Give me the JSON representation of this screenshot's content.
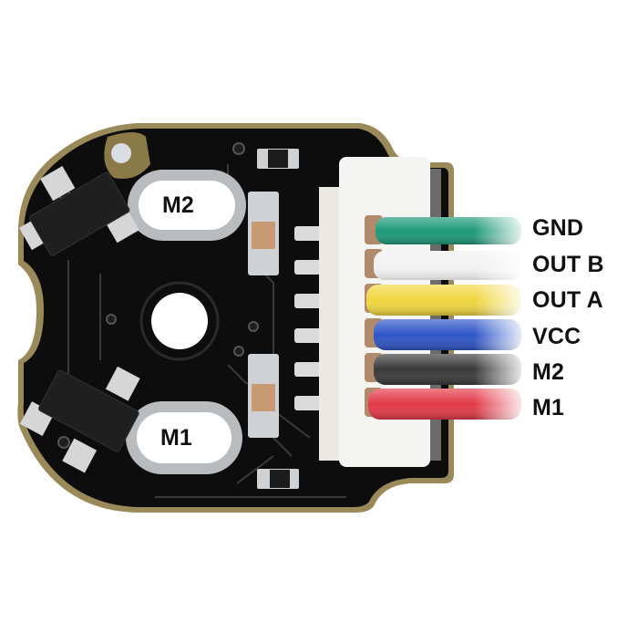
{
  "image": {
    "subject": "Magnetic encoder PCB with 6-pin connector and colored wires",
    "background_color": "#ffffff",
    "board_color": "#0d0d0d",
    "edge_plating_color": "#9a8a5a"
  },
  "pads": {
    "m2": {
      "label": "M2"
    },
    "m1": {
      "label": "M1"
    }
  },
  "wires": [
    {
      "pin": "GND",
      "color": "#1f9a78"
    },
    {
      "pin": "OUT B",
      "color": "#f2f2f2"
    },
    {
      "pin": "OUT A",
      "color": "#f0d640"
    },
    {
      "pin": "VCC",
      "color": "#2f56c8"
    },
    {
      "pin": "M2",
      "color": "#3a3a3a"
    },
    {
      "pin": "M1",
      "color": "#e23a48"
    }
  ],
  "pin_labels": [
    "GND",
    "OUT B",
    "OUT A",
    "VCC",
    "M2",
    "M1"
  ]
}
